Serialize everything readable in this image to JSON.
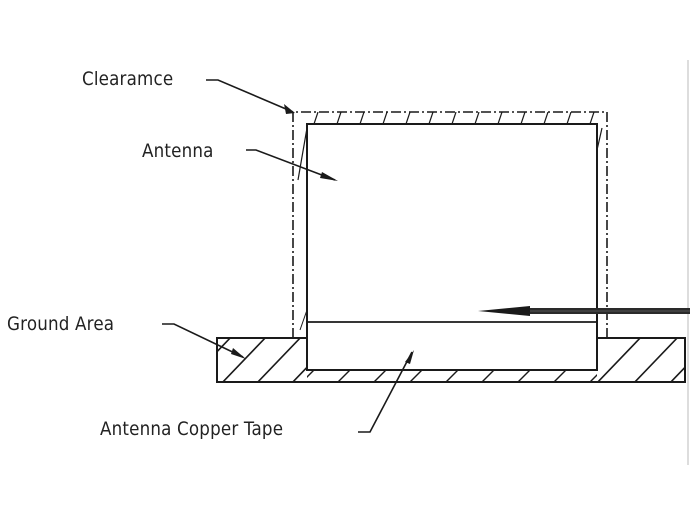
{
  "diagram": {
    "labels": {
      "clearance": "Clearamce",
      "antenna": "Antenna",
      "ground_area": "Ground Area",
      "antenna_copper_tape": "Antenna Copper Tape"
    },
    "colors": {
      "line": "#1a1a1a",
      "text": "#222222",
      "border_gray": "#bbbbbb",
      "background": "#ffffff"
    }
  }
}
